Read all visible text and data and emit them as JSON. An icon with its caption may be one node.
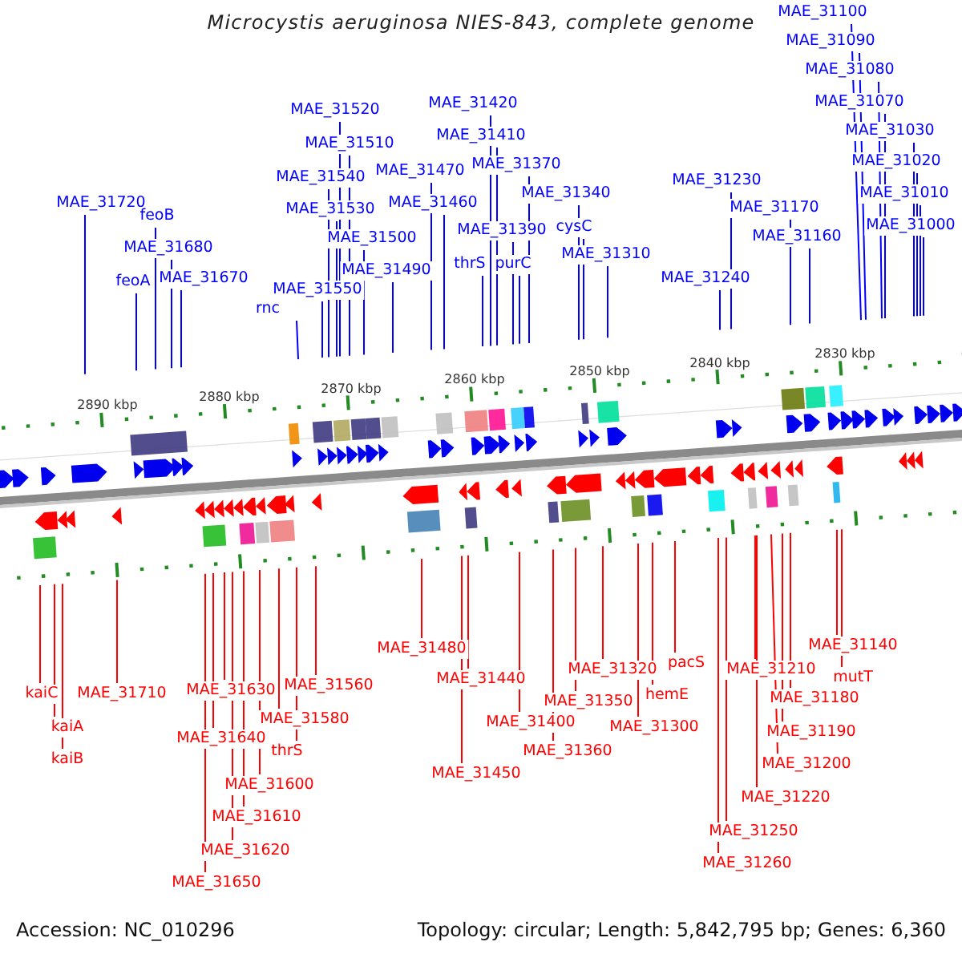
{
  "diagram": {
    "title": "Microcystis aeruginosa NIES-843, complete genome",
    "nodes": [
      {
        "text": [
          "MAE_31720"
        ]
      },
      {
        "text": [
          "feoB"
        ]
      },
      {
        "text": [
          "MAE_31680"
        ]
      },
      {
        "text": [
          "feoA"
        ]
      },
      {
        "text": [
          "MAE_31670"
        ]
      },
      {
        "text": [
          "rnc"
        ]
      },
      {
        "text": [
          "MAE_31550"
        ]
      },
      {
        "text": [
          "MAE_31540"
        ]
      },
      {
        "text": [
          "MAE_31530"
        ]
      },
      {
        "text": [
          "MAE_31520"
        ]
      },
      {
        "text": [
          "MAE_31510"
        ]
      },
      {
        "text": [
          "MAE_31500"
        ]
      },
      {
        "text": [
          "MAE_31490"
        ]
      },
      {
        "text": [
          "MAE_31470"
        ]
      },
      {
        "text": [
          "MAE_31460"
        ]
      },
      {
        "text": [
          "thrS"
        ]
      },
      {
        "text": [
          "MAE_31420"
        ]
      },
      {
        "text": [
          "MAE_31410"
        ]
      },
      {
        "text": [
          "MAE_31390"
        ]
      },
      {
        "text": [
          "purC"
        ]
      },
      {
        "text": [
          "MAE_31370"
        ]
      },
      {
        "text": [
          "MAE_31340"
        ]
      },
      {
        "text": [
          "cysC"
        ]
      },
      {
        "text": [
          "MAE_31310"
        ]
      },
      {
        "text": [
          "MAE_31240"
        ]
      },
      {
        "text": [
          "MAE_31230"
        ]
      },
      {
        "text": [
          "MAE_31170"
        ]
      },
      {
        "text": [
          "MAE_31160"
        ]
      },
      {
        "text": [
          "MAE_31100"
        ]
      },
      {
        "text": [
          "MAE_31090"
        ]
      },
      {
        "text": [
          "MAE_31080"
        ]
      },
      {
        "text": [
          "MAE_31070"
        ]
      },
      {
        "text": [
          "MAE_31030"
        ]
      },
      {
        "text": [
          "MAE_31020"
        ]
      },
      {
        "text": [
          "MAE_31010"
        ]
      },
      {
        "text": [
          "MAE_31000"
        ]
      },
      {
        "text": [
          "kaiC"
        ]
      },
      {
        "text": [
          "kaiA"
        ]
      },
      {
        "text": [
          "kaiB"
        ]
      },
      {
        "text": [
          "MAE_31710"
        ]
      },
      {
        "text": [
          "MAE_31630"
        ]
      },
      {
        "text": [
          "MAE_31560"
        ]
      },
      {
        "text": [
          "MAE_31580"
        ]
      },
      {
        "text": [
          "MAE_31640"
        ]
      },
      {
        "text": [
          "thrS"
        ]
      },
      {
        "text": [
          "MAE_31600"
        ]
      },
      {
        "text": [
          "MAE_31610"
        ]
      },
      {
        "text": [
          "MAE_31620"
        ]
      },
      {
        "text": [
          "MAE_31650"
        ]
      },
      {
        "text": [
          "MAE_31480"
        ]
      },
      {
        "text": [
          "MAE_31440"
        ]
      },
      {
        "text": [
          "MAE_31450"
        ]
      },
      {
        "text": [
          "MAE_31400"
        ]
      },
      {
        "text": [
          "MAE_31360"
        ]
      },
      {
        "text": [
          "MAE_31350"
        ]
      },
      {
        "text": [
          "MAE_31320"
        ]
      },
      {
        "text": [
          "MAE_31300"
        ]
      },
      {
        "text": [
          "hemE"
        ]
      },
      {
        "text": [
          "pacS"
        ]
      },
      {
        "text": [
          "MAE_31210"
        ]
      },
      {
        "text": [
          "MAE_31180"
        ]
      },
      {
        "text": [
          "MAE_31190"
        ]
      },
      {
        "text": [
          "MAE_31200"
        ]
      },
      {
        "text": [
          "MAE_31220"
        ]
      },
      {
        "text": [
          "MAE_31250"
        ]
      },
      {
        "text": [
          "MAE_31260"
        ]
      },
      {
        "text": [
          "MAE_31140"
        ]
      },
      {
        "text": [
          "mutT"
        ]
      }
    ],
    "edges": [
      {
        "from": 0,
        "to": null,
        "arrow": "none"
      },
      {
        "from": 1,
        "to": null,
        "arrow": "none"
      },
      {
        "from": 2,
        "to": null,
        "arrow": "none"
      },
      {
        "from": 3,
        "to": null,
        "arrow": "none"
      },
      {
        "from": 4,
        "to": null,
        "arrow": "none"
      },
      {
        "from": 5,
        "to": null,
        "arrow": "none"
      },
      {
        "from": 6,
        "to": null,
        "arrow": "none"
      },
      {
        "from": 7,
        "to": null,
        "arrow": "none"
      },
      {
        "from": 8,
        "to": null,
        "arrow": "none"
      },
      {
        "from": 9,
        "to": null,
        "arrow": "none"
      },
      {
        "from": 10,
        "to": null,
        "arrow": "none"
      },
      {
        "from": 11,
        "to": null,
        "arrow": "none"
      },
      {
        "from": 12,
        "to": null,
        "arrow": "none"
      },
      {
        "from": 13,
        "to": null,
        "arrow": "none"
      },
      {
        "from": 14,
        "to": null,
        "arrow": "none"
      },
      {
        "from": 15,
        "to": null,
        "arrow": "none"
      },
      {
        "from": 16,
        "to": null,
        "arrow": "none"
      },
      {
        "from": 17,
        "to": null,
        "arrow": "none"
      },
      {
        "from": 18,
        "to": null,
        "arrow": "none"
      },
      {
        "from": 19,
        "to": null,
        "arrow": "none"
      },
      {
        "from": 20,
        "to": null,
        "arrow": "none"
      },
      {
        "from": 21,
        "to": null,
        "arrow": "none"
      },
      {
        "from": 22,
        "to": null,
        "arrow": "none"
      },
      {
        "from": 23,
        "to": null,
        "arrow": "none"
      },
      {
        "from": 24,
        "to": null,
        "arrow": "none"
      },
      {
        "from": 25,
        "to": null,
        "arrow": "none"
      },
      {
        "from": 26,
        "to": null,
        "arrow": "none"
      },
      {
        "from": 27,
        "to": null,
        "arrow": "none"
      },
      {
        "from": 28,
        "to": null,
        "arrow": "none"
      },
      {
        "from": 29,
        "to": null,
        "arrow": "none"
      },
      {
        "from": 30,
        "to": null,
        "arrow": "none"
      },
      {
        "from": 31,
        "to": null,
        "arrow": "none"
      },
      {
        "from": 32,
        "to": null,
        "arrow": "none"
      },
      {
        "from": 33,
        "to": null,
        "arrow": "none"
      },
      {
        "from": 34,
        "to": null,
        "arrow": "none"
      },
      {
        "from": 35,
        "to": null,
        "arrow": "none"
      },
      {
        "from": 36,
        "to": null,
        "arrow": "none",
        "color": "#ff0000"
      },
      {
        "from": 37,
        "to": null,
        "arrow": "none",
        "color": "#ff0000"
      },
      {
        "from": 38,
        "to": null,
        "arrow": "none",
        "color": "#ff0000"
      },
      {
        "from": 39,
        "to": null,
        "arrow": "none",
        "color": "#ff0000"
      },
      {
        "from": 40,
        "to": null,
        "arrow": "none",
        "color": "#ff0000"
      },
      {
        "from": 41,
        "to": null,
        "arrow": "none",
        "color": "#ff0000"
      },
      {
        "from": 42,
        "to": null,
        "arrow": "none",
        "color": "#ff0000"
      },
      {
        "from": 43,
        "to": null,
        "arrow": "none",
        "color": "#ff0000"
      },
      {
        "from": 44,
        "to": null,
        "arrow": "none",
        "color": "#ff0000"
      },
      {
        "from": 45,
        "to": null,
        "arrow": "none",
        "color": "#ff0000"
      },
      {
        "from": 46,
        "to": null,
        "arrow": "none",
        "color": "#ff0000"
      },
      {
        "from": 47,
        "to": null,
        "arrow": "none",
        "color": "#ff0000"
      },
      {
        "from": 48,
        "to": null,
        "arrow": "none",
        "color": "#ff0000"
      },
      {
        "from": 49,
        "to": null,
        "arrow": "none",
        "color": "#ff0000"
      },
      {
        "from": 50,
        "to": null,
        "arrow": "none",
        "color": "#ff0000"
      },
      {
        "from": 51,
        "to": null,
        "arrow": "none",
        "color": "#ff0000"
      },
      {
        "from": 52,
        "to": null,
        "arrow": "none",
        "color": "#ff0000"
      },
      {
        "from": 53,
        "to": null,
        "arrow": "none",
        "color": "#ff0000"
      },
      {
        "from": 54,
        "to": null,
        "arrow": "none",
        "color": "#ff0000"
      },
      {
        "from": 55,
        "to": null,
        "arrow": "none",
        "color": "#ff0000"
      },
      {
        "from": 56,
        "to": null,
        "arrow": "none",
        "color": "#ff0000"
      },
      {
        "from": 57,
        "to": null,
        "arrow": "none",
        "color": "#ff0000"
      },
      {
        "from": 58,
        "to": null,
        "arrow": "none",
        "color": "#ff0000"
      },
      {
        "from": 59,
        "to": null,
        "arrow": "none",
        "color": "#ff0000"
      },
      {
        "from": 60,
        "to": null,
        "arrow": "none",
        "color": "#ff0000"
      },
      {
        "from": 61,
        "to": null,
        "arrow": "none",
        "color": "#ff0000"
      },
      {
        "from": 62,
        "to": null,
        "arrow": "none",
        "color": "#ff0000"
      },
      {
        "from": 63,
        "to": null,
        "arrow": "none",
        "color": "#ff0000"
      },
      {
        "from": 64,
        "to": null,
        "arrow": "none",
        "color": "#ff0000"
      },
      {
        "from": 65,
        "to": null,
        "arrow": "none",
        "color": "#ff0000"
      },
      {
        "from": 66,
        "to": null,
        "arrow": "none",
        "color": "#ff0000"
      },
      {
        "from": 67,
        "to": null,
        "arrow": "none",
        "color": "#ff0000"
      }
    ],
    "labels": [
      "2890 kbp",
      "2880 kbp",
      "2870 kbp",
      "2860 kbp",
      "2850 kbp",
      "2840 kbp",
      "2830 kbp",
      "Accession: NC_010296",
      "Topology: circular; Length: 5,842,795 bp; Genes: 6,360"
    ]
  }
}
